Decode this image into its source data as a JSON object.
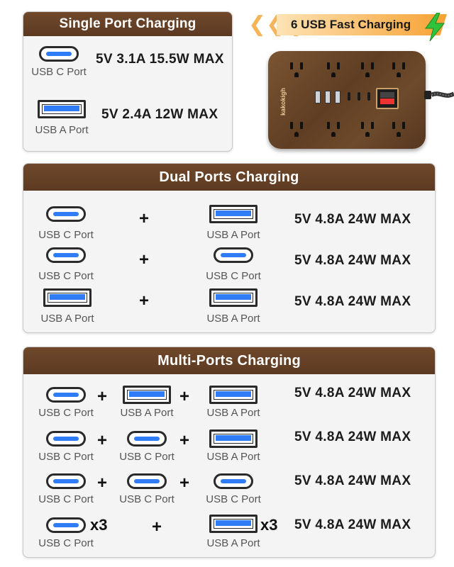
{
  "banner": {
    "text": "6 USB Fast Charging",
    "chevrons": "❮❮❮"
  },
  "product": {
    "brand": "kakokigh"
  },
  "single": {
    "title": "Single Port Charging",
    "rows": [
      {
        "port": "USB C Port",
        "spec": "5V 3.1A 15.5W MAX"
      },
      {
        "port": "USB A Port",
        "spec": "5V 2.4A 12W MAX"
      }
    ]
  },
  "dual": {
    "title": "Dual Ports Charging",
    "rows": [
      {
        "ports": [
          "USB C Port",
          "USB A Port"
        ],
        "spec": "5V 4.8A 24W MAX"
      },
      {
        "ports": [
          "USB C Port",
          "USB C Port"
        ],
        "spec": "5V 4.8A 24W MAX"
      },
      {
        "ports": [
          "USB A Port",
          "USB A Port"
        ],
        "spec": "5V 4.8A 24W MAX"
      }
    ]
  },
  "multi": {
    "title": "Multi-Ports Charging",
    "rows": [
      {
        "ports": [
          "USB C Port",
          "USB A Port",
          "USB A Port"
        ],
        "spec": "5V 4.8A 24W MAX"
      },
      {
        "ports": [
          "USB C Port",
          "USB C Port",
          "USB A Port"
        ],
        "spec": "5V 4.8A 24W MAX"
      },
      {
        "ports": [
          "USB C Port",
          "USB C Port",
          "USB C Port"
        ],
        "spec": "5V 4.8A 24W MAX"
      },
      {
        "ports": [
          "USB C Port",
          "USB A Port"
        ],
        "multipliers": [
          "x3",
          "x3"
        ],
        "spec": "5V 4.8A 24W MAX"
      }
    ]
  },
  "symbols": {
    "plus": "+"
  },
  "colors": {
    "header_brown": "#5b3a22",
    "accent_blue": "#2f7cf6",
    "banner_orange": "#f6a233",
    "bolt_green": "#2fc23a"
  }
}
